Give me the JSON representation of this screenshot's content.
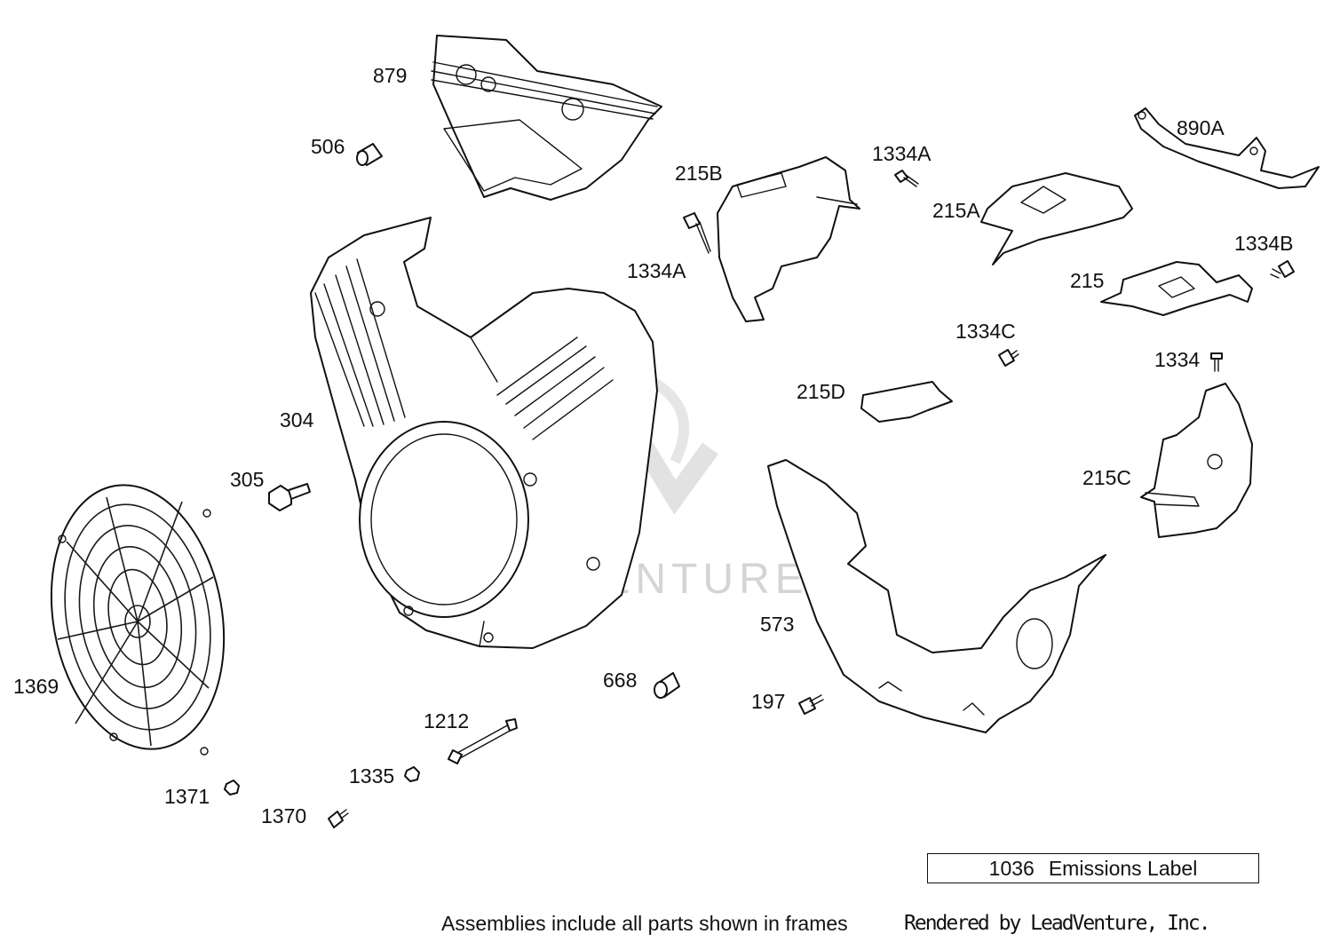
{
  "parts": [
    {
      "id": "p879",
      "number": "879"
    },
    {
      "id": "p506",
      "number": "506"
    },
    {
      "id": "p215B",
      "number": "215B"
    },
    {
      "id": "p1334A_top",
      "number": "1334A"
    },
    {
      "id": "p1334A_left",
      "number": "1334A"
    },
    {
      "id": "p890A",
      "number": "890A"
    },
    {
      "id": "p215A",
      "number": "215A"
    },
    {
      "id": "p1334B",
      "number": "1334B"
    },
    {
      "id": "p215",
      "number": "215"
    },
    {
      "id": "p1334C",
      "number": "1334C"
    },
    {
      "id": "p1334",
      "number": "1334"
    },
    {
      "id": "p215D",
      "number": "215D"
    },
    {
      "id": "p304",
      "number": "304"
    },
    {
      "id": "p305",
      "number": "305"
    },
    {
      "id": "p215C",
      "number": "215C"
    },
    {
      "id": "p573",
      "number": "573"
    },
    {
      "id": "p1369",
      "number": "1369"
    },
    {
      "id": "p668",
      "number": "668"
    },
    {
      "id": "p197",
      "number": "197"
    },
    {
      "id": "p1212",
      "number": "1212"
    },
    {
      "id": "p1335",
      "number": "1335"
    },
    {
      "id": "p1371",
      "number": "1371"
    },
    {
      "id": "p1370",
      "number": "1370"
    }
  ],
  "emissions_label": {
    "number": "1036",
    "text": "Emissions Label"
  },
  "footer": {
    "note": "Assemblies include all parts shown in frames",
    "rendered_by": "Rendered by LeadVenture, Inc."
  },
  "watermark": "LEADVENTURE"
}
